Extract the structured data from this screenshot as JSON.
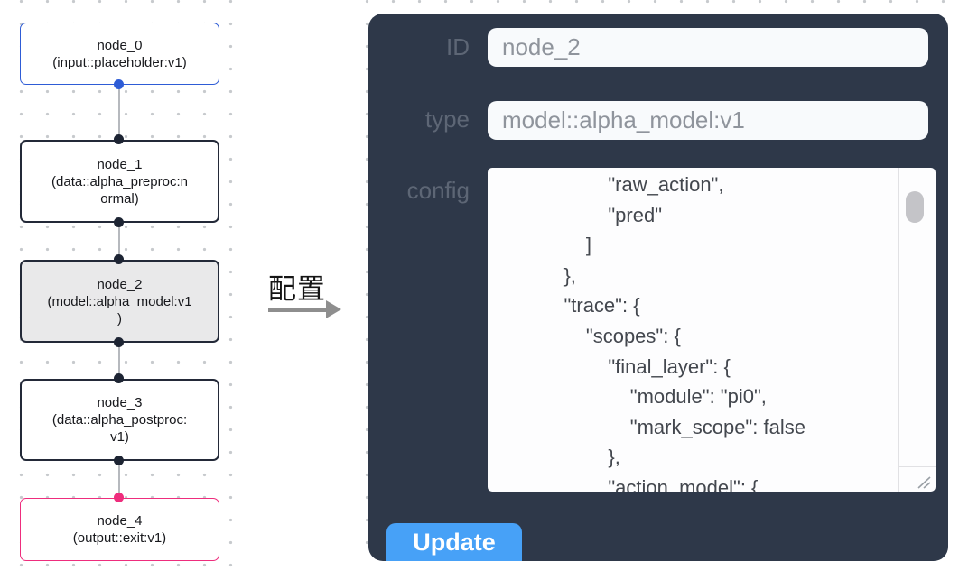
{
  "canvas": {
    "nodes": [
      {
        "id": "node_0",
        "lines": [
          "node_0",
          "(input::placeholder:v1)"
        ]
      },
      {
        "id": "node_1",
        "lines": [
          "node_1",
          "(data::alpha_preproc:n",
          "ormal)"
        ]
      },
      {
        "id": "node_2",
        "lines": [
          "node_2",
          "(model::alpha_model:v1",
          ")"
        ],
        "selected": true
      },
      {
        "id": "node_3",
        "lines": [
          "node_3",
          "(data::alpha_postproc:",
          "v1)"
        ]
      },
      {
        "id": "node_4",
        "lines": [
          "node_4",
          "(output::exit:v1)"
        ]
      }
    ]
  },
  "transition": {
    "label": "配置"
  },
  "panel": {
    "fields": [
      {
        "label": "ID",
        "value": "node_2"
      },
      {
        "label": "type",
        "value": "model::alpha_model:v1"
      }
    ],
    "config": {
      "label": "config",
      "visible_text": "            \"raw_action\",\n            \"pred\"\n        ]\n    },\n    \"trace\": {\n        \"scopes\": {\n            \"final_layer\": {\n                \"module\": \"pi0\",\n                \"mark_scope\": false\n            },\n            \"action_model\": {"
    },
    "update_button": "Update"
  },
  "colors": {
    "panel_bg": "#2e3849",
    "node_accent_blue": "#2e5cd6",
    "node_accent_pink": "#ee2d7d",
    "node_selected_bg": "#e9e9ea",
    "button_blue": "#47a1f7",
    "canvas_dot": "#c7cacd"
  },
  "icons": {
    "arrow_right": "arrow-right-icon",
    "resize_grip": "resize-grip-icon",
    "scrollbar": "scrollbar-thumb"
  }
}
